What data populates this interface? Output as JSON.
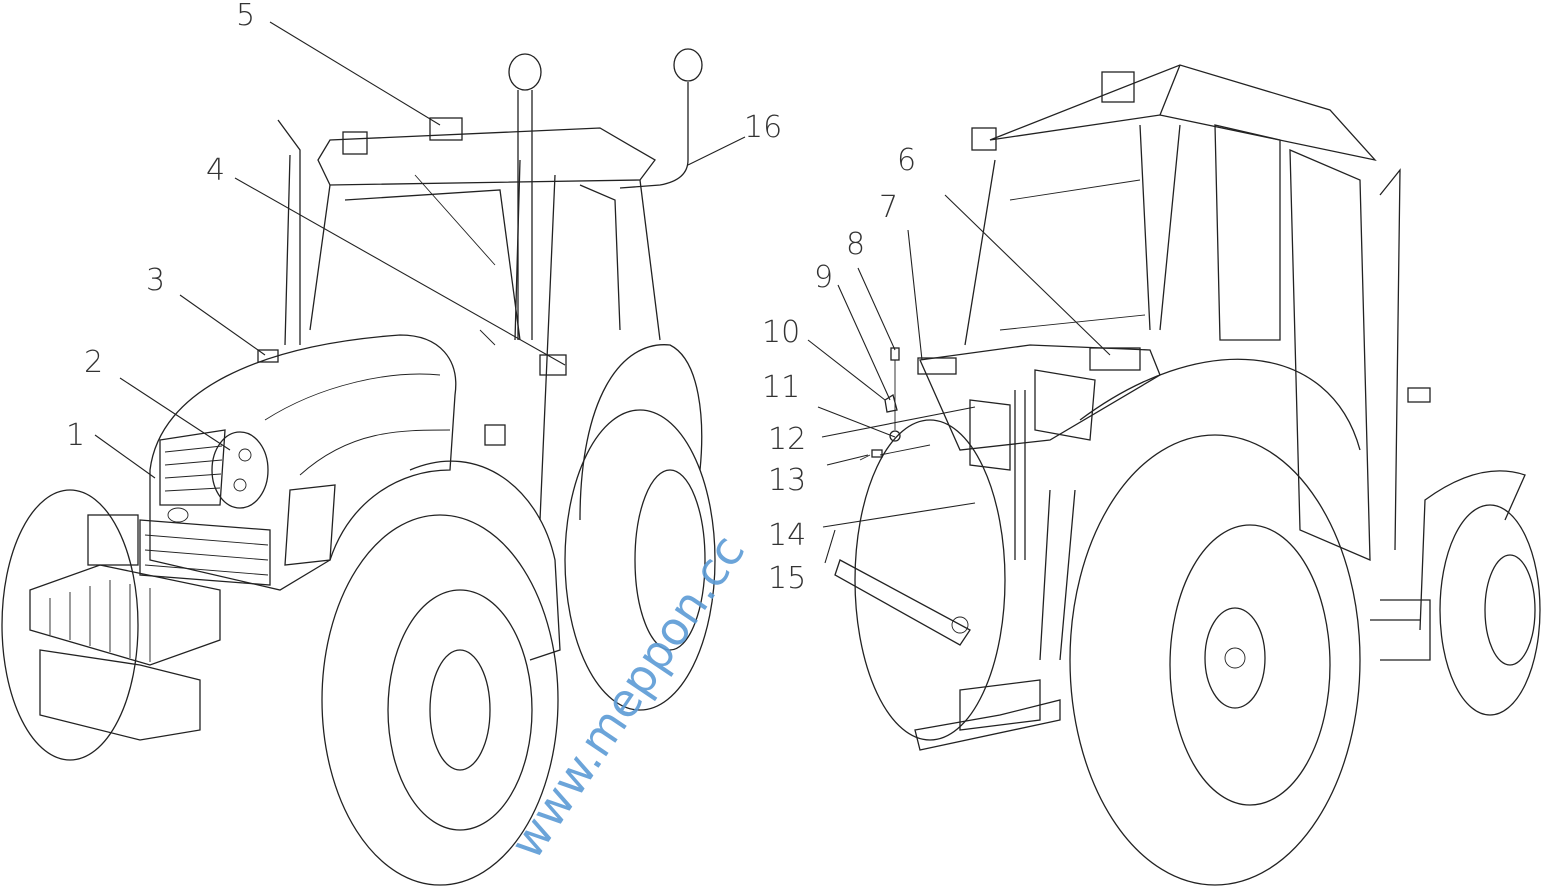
{
  "callouts": [
    {
      "id": "1",
      "label": "1"
    },
    {
      "id": "2",
      "label": "2"
    },
    {
      "id": "3",
      "label": "3"
    },
    {
      "id": "4",
      "label": "4"
    },
    {
      "id": "5",
      "label": "5"
    },
    {
      "id": "6",
      "label": "6"
    },
    {
      "id": "7",
      "label": "7"
    },
    {
      "id": "8",
      "label": "8"
    },
    {
      "id": "9",
      "label": "9"
    },
    {
      "id": "10",
      "label": "10"
    },
    {
      "id": "11",
      "label": "11"
    },
    {
      "id": "12",
      "label": "12"
    },
    {
      "id": "13",
      "label": "13"
    },
    {
      "id": "14",
      "label": "14"
    },
    {
      "id": "15",
      "label": "15"
    },
    {
      "id": "16",
      "label": "16"
    }
  ],
  "watermark": "www.meppon.cc",
  "colors": {
    "line": "#222222",
    "watermark": "#5b9bd5"
  }
}
